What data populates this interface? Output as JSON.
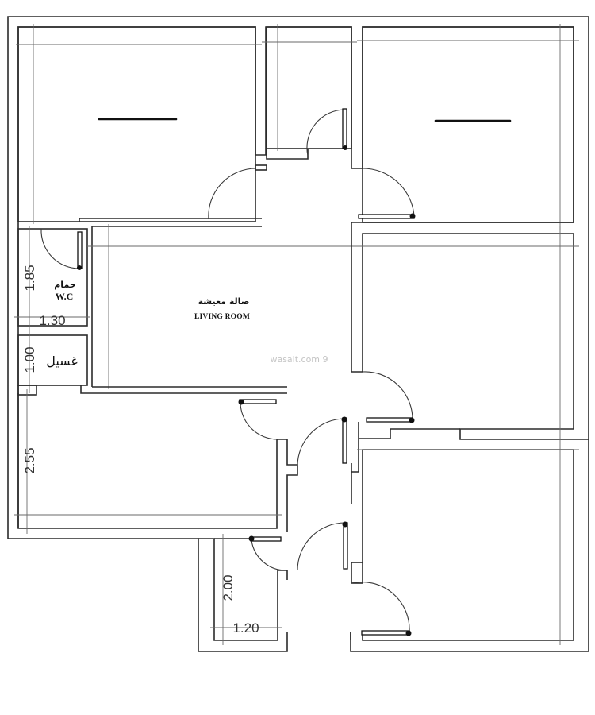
{
  "plan": {
    "watermark": "wasalt.com 9",
    "rooms": {
      "living": {
        "label_ar": "صالة معيشة",
        "label_en": "LIVING ROOM"
      },
      "wc": {
        "label_ar": "حمام",
        "label_en": "W.C"
      },
      "laundry": {
        "label_ar": "غسيل"
      }
    },
    "dimensions": {
      "wc_height": "1.85",
      "wc_width": "1.30",
      "laundry_height": "1.00",
      "bedroom_left_height": "2.55",
      "small_room_height": "2.00",
      "small_room_width": "1.20"
    },
    "colors": {
      "wall": "#2b2b2b",
      "dimension_line": "#6a6a6a",
      "background": "#ffffff",
      "watermark": "#c4c4c4"
    }
  }
}
